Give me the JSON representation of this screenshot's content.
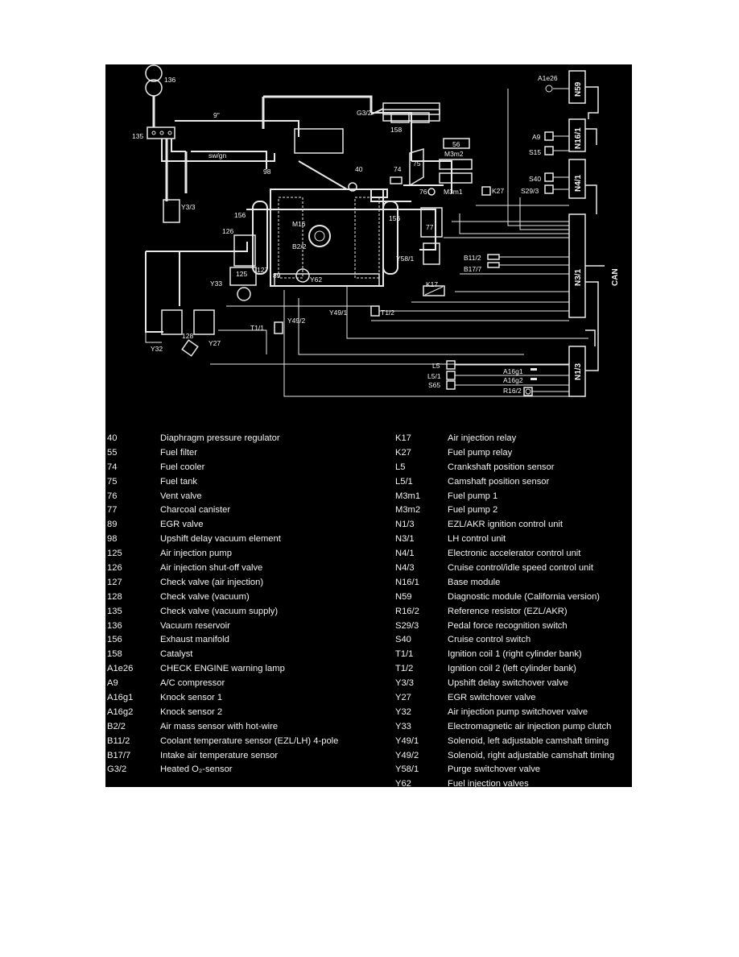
{
  "diagram": {
    "labels": {
      "n136": "136",
      "n135": "135",
      "n9": "9\"",
      "swgn": "sw/gn",
      "n98": "98",
      "g32": "G3/2",
      "n158": "158",
      "a1e26": "A1e26",
      "n59": "N59",
      "n56": "56",
      "m3m2": "M3m2",
      "n75": "75",
      "n74": "74",
      "n40": "40",
      "n76": "76",
      "m3m1": "M3m1",
      "k27": "K27",
      "a9": "A9",
      "s15": "S15",
      "n161": "N16/1",
      "s40": "S40",
      "s293": "S29/3",
      "n41": "N4/1",
      "y33a": "Y3/3",
      "n156a": "156",
      "n126": "126",
      "m16": "M16",
      "b22": "B2/2",
      "n156b": "156",
      "n77": "77",
      "y581": "Y58/1",
      "b112": "B11/2",
      "b177": "B17/7",
      "n31": "N3/1",
      "can": "CAN",
      "n125": "125",
      "n127": "127",
      "n89": "89",
      "y62": "Y62",
      "y33": "Y33",
      "k17": "K17",
      "y491": "Y49/1",
      "t12": "T1/2",
      "y492": "Y49/2",
      "t11": "T1/1",
      "n128": "128",
      "y32": "Y32",
      "y27": "Y27",
      "l5": "L5",
      "l51": "L5/1",
      "s65": "S65",
      "a16g1": "A16g1",
      "a16g2": "A16g2",
      "r162": "R16/2",
      "n13": "N1/3"
    }
  },
  "legend_left": [
    {
      "code": "40",
      "desc": "Diaphragm pressure regulator"
    },
    {
      "code": "55",
      "desc": "Fuel filter"
    },
    {
      "code": "74",
      "desc": "Fuel cooler"
    },
    {
      "code": "75",
      "desc": "Fuel tank"
    },
    {
      "code": "76",
      "desc": "Vent valve"
    },
    {
      "code": "77",
      "desc": "Charcoal canister"
    },
    {
      "code": "89",
      "desc": "EGR valve"
    },
    {
      "code": "98",
      "desc": "Upshift delay vacuum element"
    },
    {
      "code": "125",
      "desc": "Air injection pump"
    },
    {
      "code": "126",
      "desc": "Air injection shut-off valve"
    },
    {
      "code": "127",
      "desc": "Check valve (air injection)"
    },
    {
      "code": "128",
      "desc": "Check valve (vacuum)"
    },
    {
      "code": "135",
      "desc": "Check valve (vacuum supply)"
    },
    {
      "code": "136",
      "desc": "Vacuum reservoir"
    },
    {
      "code": "156",
      "desc": "Exhaust manifold"
    },
    {
      "code": "158",
      "desc": "Catalyst"
    },
    {
      "code": "A1e26",
      "desc": "CHECK ENGINE warning lamp"
    },
    {
      "code": "A9",
      "desc": "A/C compressor"
    },
    {
      "code": "A16g1",
      "desc": "Knock sensor 1"
    },
    {
      "code": "A16g2",
      "desc": "Knock sensor 2"
    },
    {
      "code": "B2/2",
      "desc": "Air mass sensor with hot-wire"
    },
    {
      "code": "B11/2",
      "desc": "Coolant temperature sensor (EZL/LH) 4-pole"
    },
    {
      "code": "B17/7",
      "desc": "Intake air temperature sensor"
    },
    {
      "code": "G3/2",
      "desc": "Heated O₂-sensor"
    }
  ],
  "legend_right": [
    {
      "code": "K17",
      "desc": "Air injection relay"
    },
    {
      "code": "K27",
      "desc": "Fuel pump relay"
    },
    {
      "code": "L5",
      "desc": "Crankshaft position sensor"
    },
    {
      "code": "L5/1",
      "desc": "Camshaft position sensor"
    },
    {
      "code": "M3m1",
      "desc": "Fuel pump 1"
    },
    {
      "code": "M3m2",
      "desc": "Fuel pump 2"
    },
    {
      "code": "N1/3",
      "desc": "EZL/AKR ignition control unit"
    },
    {
      "code": "N3/1",
      "desc": "LH control unit"
    },
    {
      "code": "N4/1",
      "desc": "Electronic accelerator control unit"
    },
    {
      "code": "N4/3",
      "desc": "Cruise control/idle speed control unit"
    },
    {
      "code": "N16/1",
      "desc": "Base module"
    },
    {
      "code": "N59",
      "desc": "Diagnostic module (California version)"
    },
    {
      "code": "R16/2",
      "desc": "Reference resistor (EZL/AKR)"
    },
    {
      "code": "S29/3",
      "desc": "Pedal force recognition switch"
    },
    {
      "code": "S40",
      "desc": "Cruise control switch"
    },
    {
      "code": "T1/1",
      "desc": "Ignition coil 1 (right cylinder bank)"
    },
    {
      "code": "T1/2",
      "desc": "Ignition coil 2 (left cylinder bank)"
    },
    {
      "code": "Y3/3",
      "desc": "Upshift delay switchover valve"
    },
    {
      "code": "Y27",
      "desc": "EGR switchover valve"
    },
    {
      "code": "Y32",
      "desc": "Air injection pump switchover valve"
    },
    {
      "code": "Y33",
      "desc": "Electromagnetic air injection pump clutch"
    },
    {
      "code": "Y49/1",
      "desc": "Solenoid, left adjustable camshaft timing"
    },
    {
      "code": "Y49/2",
      "desc": "Solenoid, right adjustable camshaft timing"
    },
    {
      "code": "Y58/1",
      "desc": "Purge switchover valve"
    },
    {
      "code": "Y62",
      "desc": "Fuel injection valves"
    }
  ]
}
